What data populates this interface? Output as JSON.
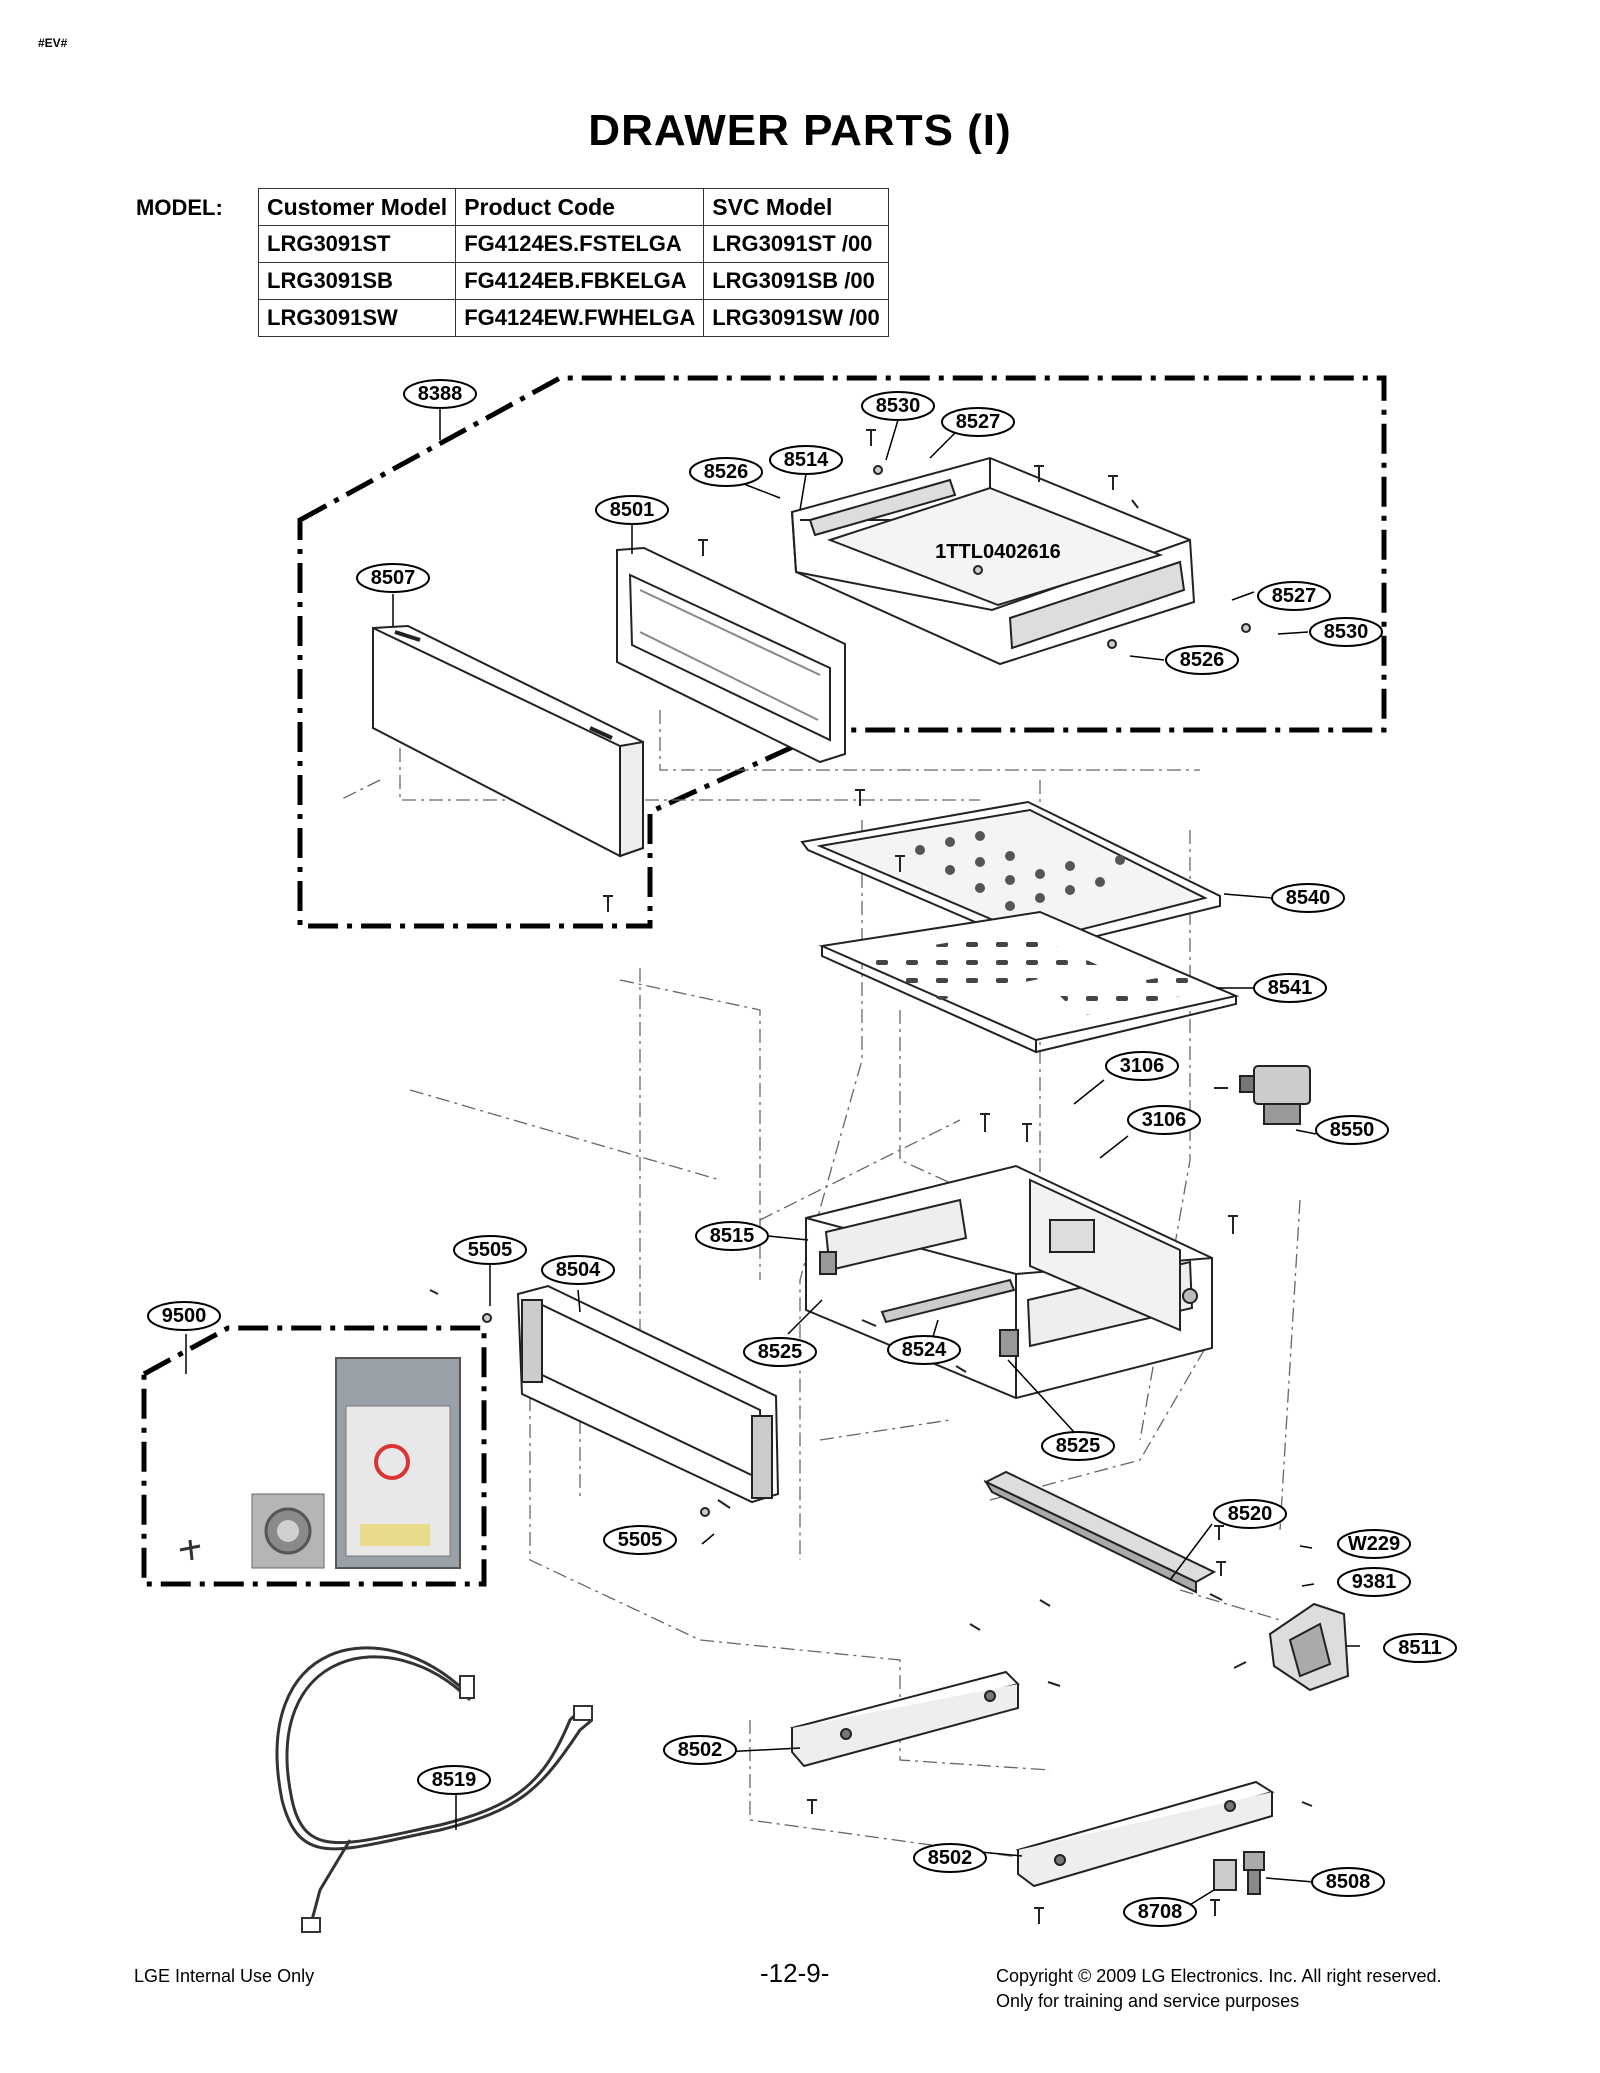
{
  "header": {
    "tag": "#EV#",
    "title": "DRAWER PARTS (I)"
  },
  "model": {
    "label": "MODEL:",
    "columns": [
      "Customer Model",
      "Product Code",
      "SVC Model"
    ],
    "rows": [
      [
        "LRG3091ST",
        "FG4124ES.FSTELGA",
        "LRG3091ST /00"
      ],
      [
        "LRG3091SB",
        "FG4124EB.FBKELGA",
        "LRG3091SB /00"
      ],
      [
        "LRG3091SW",
        "FG4124EW.FWHELGA",
        "LRG3091SW /00"
      ]
    ]
  },
  "callouts": {
    "c8388": "8388",
    "c8530a": "8530",
    "c8527a": "8527",
    "c8514": "8514",
    "c8526a": "8526",
    "c8501": "8501",
    "c8507": "8507",
    "c8527b": "8527",
    "c8530b": "8530",
    "c8526b": "8526",
    "c8540": "8540",
    "c8541": "8541",
    "c3106a": "3106",
    "c3106b": "3106",
    "c8550": "8550",
    "c8515": "8515",
    "c5505a": "5505",
    "c8504": "8504",
    "c9500": "9500",
    "c8525a": "8525",
    "c8524": "8524",
    "c8525b": "8525",
    "c8520": "8520",
    "cW229": "W229",
    "c9381": "9381",
    "c5505b": "5505",
    "c8511": "8511",
    "c8502a": "8502",
    "c8519": "8519",
    "c8502b": "8502",
    "c8508": "8508",
    "c8708": "8708"
  },
  "part_label": "1TTL0402616",
  "footer": {
    "left": "LGE Internal Use Only",
    "page": "-12-9-",
    "copyright": "Copyright © 2009 LG Electronics. Inc. All right reserved.",
    "note": "Only for training and service purposes"
  }
}
